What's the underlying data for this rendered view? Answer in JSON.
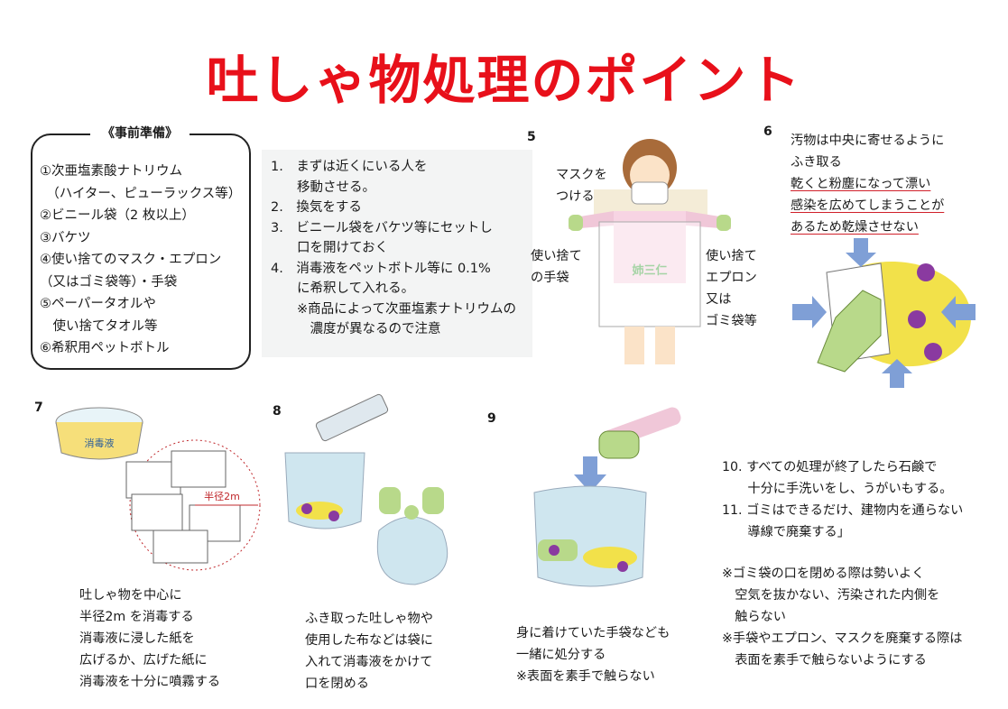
{
  "title": "吐しゃ物処理のポイント",
  "prep": {
    "heading": "《事前準備》",
    "items": "①次亜塩素酸ナトリウム\n　（ハイター、ピューラックス等）\n②ビニール袋（2 枚以上）\n③バケツ\n④使い捨てのマスク・エプロン\n（又はゴミ袋等）・手袋\n⑤ペーパータオルや\n　使い捨てタオル等\n⑥希釈用ペットボトル"
  },
  "steps": {
    "s1": "1.　まずは近くにいる人を\n　　移動させる。",
    "s2": "2.　換気をする",
    "s3": "3.　ビニール袋をバケツ等にセットし\n　　口を開けておく",
    "s4": "4.　消毒液をペットボトル等に 0.1%\n　　に希釈して入れる。\n　　※商品によって次亜塩素ナトリウムの\n　　　濃度が異なるので注意"
  },
  "step5": {
    "number": "5",
    "mask": "マスクを\nつける",
    "gloves": "使い捨て\nの手袋",
    "apron": "使い捨て\nエプロン\n又は\nゴミ袋等",
    "shirt_logo": "姉三仁"
  },
  "step6": {
    "number": "6",
    "line1": "汚物は中央に寄せるように\nふき取る",
    "line2": "乾くと粉塵になって漂い\n感染を広めてしまうことが\nあるため乾燥させない"
  },
  "step7": {
    "number": "7",
    "bucket_label": "消毒液",
    "radius_label": "半径2m",
    "text": "吐しゃ物を中心に\n半径2m を消毒する\n消毒液に浸した紙を\n広げるか、広げた紙に\n消毒液を十分に噴霧する"
  },
  "step8": {
    "number": "8",
    "text": "ふき取った吐しゃ物や\n使用した布などは袋に\n入れて消毒液をかけて\n口を閉める"
  },
  "step9": {
    "number": "9",
    "text": "身に着けていた手袋なども\n一緒に処分する\n※表面を素手で触らない"
  },
  "final": {
    "s10": "10. すべての処理が終了したら石鹸で\n　　十分に手洗いをし、うがいもする。",
    "s11": "11. ゴミはできるだけ、建物内を通らない\n　　導線で廃棄する」",
    "note1": "※ゴミ袋の口を閉める際は勢いよく\n　空気を抜かない、汚染された内側を\n　触らない",
    "note2": "※手袋やエプロン、マスクを廃棄する際は\n　表面を素手で触らないようにする"
  },
  "colors": {
    "title": "#e8101a",
    "glove": "#b8d98a",
    "bag": "#cfe6ef",
    "virus": "#8a3aa0",
    "vomit": "#f2e14a",
    "arrow": "#7f9fd6"
  }
}
